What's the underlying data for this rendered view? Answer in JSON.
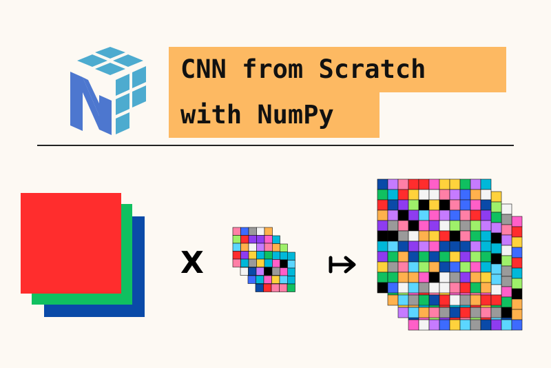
{
  "title": {
    "line1": "CNN from Scratch",
    "line2": "with NumPy"
  },
  "symbols": {
    "multiply": "X",
    "maps_to_icon": "maps-to-arrow"
  },
  "logo": {
    "name": "numpy-logo"
  },
  "colors": {
    "background": "#fdf9f3",
    "title_highlight": "#fdb962",
    "input_red": "#ff2d2d",
    "input_green": "#10c060",
    "input_blue": "#0a4aa8",
    "logo_light": "#4dabcf",
    "logo_dark": "#4d77cf",
    "grid_palette": [
      "#ff2d2d",
      "#10c060",
      "#0a4aa8",
      "#ff5fc8",
      "#c57bff",
      "#8e3cf0",
      "#5cd6ff",
      "#00b8d9",
      "#9ef06a",
      "#ffd23c",
      "#ffb14d",
      "#f4f4f4",
      "#000000",
      "#9a9a9a",
      "#3d6bff",
      "#ff7fa6"
    ]
  },
  "diagram": {
    "input_channels": 3,
    "filter_layers": 4,
    "filter_size": 5,
    "output_layers": 4,
    "output_size": 11
  }
}
